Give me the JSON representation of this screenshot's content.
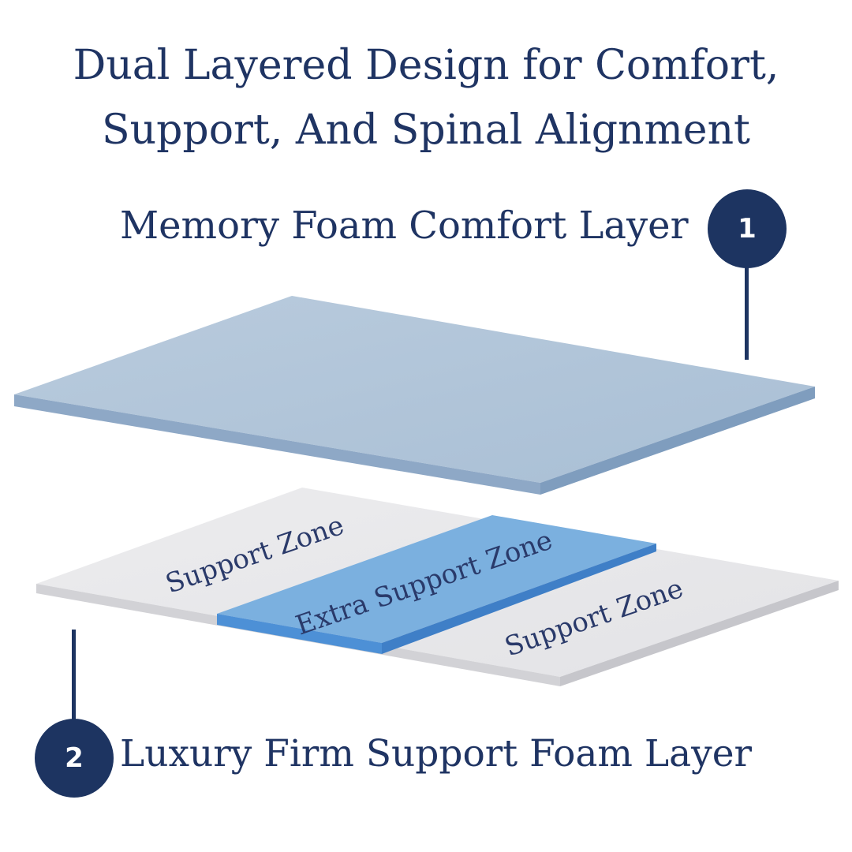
{
  "title": {
    "line1": "Dual Layered Design for Comfort,",
    "line2": "Support, And Spinal Alignment"
  },
  "layers": [
    {
      "number": "1",
      "label": "Memory Foam Comfort Layer",
      "color": "#aec3d8"
    },
    {
      "number": "2",
      "label": "Luxury Firm Support Foam Layer",
      "color": "#e8e8ea"
    }
  ],
  "zones": {
    "left": "Support Zone",
    "center": "Extra Support Zone",
    "right": "Support Zone"
  },
  "colors": {
    "navy": "#1d3461",
    "comfort_foam": "#aec3d8",
    "support_foam": "#e8e8ea",
    "extra_support": "#7bb0df"
  }
}
